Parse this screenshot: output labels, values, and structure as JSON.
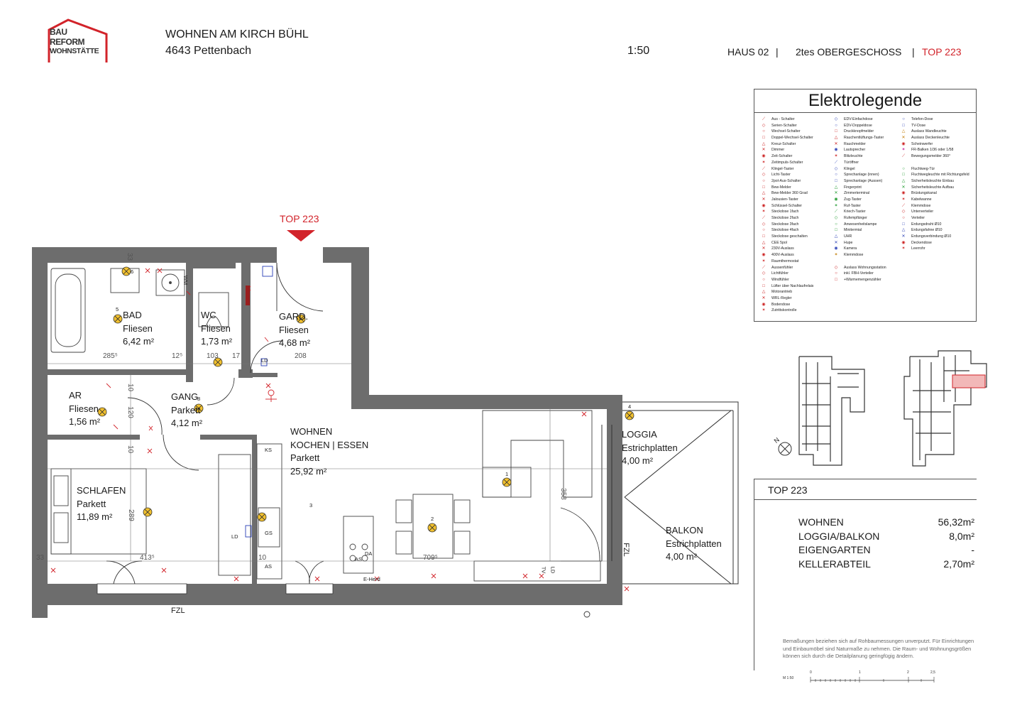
{
  "header": {
    "logo_lines": [
      "BAU",
      "REFORM",
      "WOHNSTÄTTE"
    ],
    "project_name": "WOHNEN AM KIRCH BÜHL",
    "project_address": "4643 Pettenbach",
    "scale": "1:50",
    "building": "HAUS 02",
    "separator": "|",
    "floor": "2tes OBERGESCHOSS",
    "unit": "TOP 223"
  },
  "plan": {
    "entry_label": "TOP 223",
    "rooms": [
      {
        "id": "bad",
        "name": "BAD",
        "finish": "Fliesen",
        "area": "6,42 m²"
      },
      {
        "id": "wc",
        "name": "WC",
        "finish": "Fliesen",
        "area": "1,73 m²"
      },
      {
        "id": "gard",
        "name": "GARD.",
        "finish": "Fliesen",
        "area": "4,68 m²"
      },
      {
        "id": "ar",
        "name": "AR",
        "finish": "Fliesen",
        "area": "1,56 m²"
      },
      {
        "id": "gang",
        "name": "GANG",
        "finish": "Parkett",
        "area": "4,12 m²"
      },
      {
        "id": "wohnen",
        "name": "WOHNEN",
        "name2": "KOCHEN | ESSEN",
        "finish": "Parkett",
        "area": "25,92 m²"
      },
      {
        "id": "schlafen",
        "name": "SCHLAFEN",
        "finish": "Parkett",
        "area": "11,89 m²"
      },
      {
        "id": "loggia",
        "name": "LOGGIA",
        "finish": "Estrichplatten",
        "area": "4,00 m²"
      },
      {
        "id": "balkon",
        "name": "BALKON",
        "finish": "Estrichplatten",
        "area": "4,00 m²"
      }
    ],
    "dimensions": [
      "285⁵",
      "12⁵",
      "103",
      "17",
      "208",
      "10",
      "120",
      "10",
      "289",
      "413⁵",
      "709⁵",
      "358",
      "33",
      "33",
      "10"
    ],
    "labels": {
      "fzl_bottom": "FZL",
      "fzl_right": "FZL",
      "ld1": "LD",
      "ld2": "LD",
      "gs": "GS",
      "as1": "AS",
      "as2": "AS",
      "da": "DA",
      "eherd": "E-Herd",
      "ks": "KS",
      "wm": "WM",
      "ld_tv": "LD",
      "tv": "TV"
    },
    "fixture_numbers": [
      "6",
      "5",
      "1",
      "2",
      "3",
      "4",
      "8"
    ]
  },
  "legend": {
    "title": "Elektrolegende",
    "col1": [
      [
        "Aus - Schalter",
        "red"
      ],
      [
        "Serien-Schalter",
        "red"
      ],
      [
        "Wechsel-Schalter",
        "red"
      ],
      [
        "Doppel-Wechsel-Schalter",
        "red"
      ],
      [
        "Kreuz-Schalter",
        "red"
      ],
      [
        "Dimmer",
        "red"
      ],
      [
        "Zeit-Schalter",
        "red"
      ],
      [
        "Zeitimpuls-Schalter",
        "red"
      ],
      [
        "Klingel-Taster",
        "red"
      ],
      [
        "Licht-Taster",
        "red"
      ],
      [
        "2pol-Aus-Schalter",
        "red"
      ],
      [
        "Bew-Melder",
        "red"
      ],
      [
        "Bew-Melder 360 Grad",
        "red"
      ],
      [
        "Jalousien-Taster",
        "red"
      ],
      [
        "Schlüssel-Schalter",
        "red"
      ],
      [
        "Steckdose 1fach",
        "red"
      ],
      [
        "Steckdose 2fach",
        "red"
      ],
      [
        "Steckdose 3fach",
        "red"
      ],
      [
        "Steckdose 4fach",
        "red"
      ],
      [
        "Steckdose geschalten",
        "red"
      ],
      [
        "CEE 5pol",
        "red"
      ],
      [
        "230V-Auslass",
        "red"
      ],
      [
        "400V-Auslass",
        "red"
      ],
      [
        "Raumthermostat",
        "red"
      ],
      [
        "Aussenfühler",
        "red"
      ],
      [
        "Lichtfühler",
        "red"
      ],
      [
        "Windfühler",
        "red"
      ],
      [
        "Lüfter über Nachlaufrelais",
        "red"
      ],
      [
        "Motorantrieb",
        "red"
      ],
      [
        "WRL-Regler",
        "red"
      ],
      [
        "Bodendose",
        "red"
      ],
      [
        "Zutrittskontrolle",
        "red"
      ]
    ],
    "col2": [
      [
        "EDV-Einfachdose",
        "blue"
      ],
      [
        "EDV-Doppeldose",
        "blue"
      ],
      [
        "Druckknopfmelder",
        "red"
      ],
      [
        "Rauchentlüftungs-Taster",
        "red"
      ],
      [
        "Rauchmelder",
        "red"
      ],
      [
        "Lautsprecher",
        "blue"
      ],
      [
        "Blitzleuchte",
        "red"
      ],
      [
        "Türöffner",
        "blue"
      ],
      [
        "Klingel",
        "blue"
      ],
      [
        "Sprechanlage (innen)",
        "blue"
      ],
      [
        "Sprechanlage (Aussen)",
        "blue"
      ],
      [
        "Fingerprint",
        "green"
      ],
      [
        "Zimmerterminal",
        "green"
      ],
      [
        "Zug-Taster",
        "green"
      ],
      [
        "Ruf-Taster",
        "green"
      ],
      [
        "Kriech-Taster",
        "green"
      ],
      [
        "Rufempfänger",
        "green"
      ],
      [
        "Anwesenheitslampe",
        "green"
      ],
      [
        "Minitermial",
        "green"
      ],
      [
        "UHR",
        "blue"
      ],
      [
        "Hupe",
        "blue"
      ],
      [
        "Kamera",
        "blue"
      ],
      [
        "Klemmdose",
        "orange"
      ],
      [
        "",
        "red"
      ],
      [
        "Auslass Wohnungsstation",
        "red"
      ],
      [
        "inkl. FBH-Verteiler",
        "red"
      ],
      [
        "+Wärmemengenzähler",
        "red"
      ]
    ],
    "col3": [
      [
        "Telefon-Dose",
        "blue"
      ],
      [
        "TV-Dose",
        "blue"
      ],
      [
        "Auslass Wandleuchte",
        "orange"
      ],
      [
        "Auslass Deckenleuchte",
        "orange"
      ],
      [
        "Scheinwerfer",
        "red"
      ],
      [
        "FR-Balken 1/36 oder 1/58",
        "mag"
      ],
      [
        "Bewegungsmelder 360°",
        "red"
      ],
      [
        "",
        "red"
      ],
      [
        "Fluchtweg-Tür",
        "green"
      ],
      [
        "Fluchtwegleuchte mit Richtungsfeld",
        "green"
      ],
      [
        "Sicherheitsleuchte Einbau",
        "green"
      ],
      [
        "Sicherheitsleuchte Aufbau",
        "green"
      ],
      [
        "Brüstungskanal",
        "red"
      ],
      [
        "Kabelwanne",
        "red"
      ],
      [
        "Klemmdose",
        "red"
      ],
      [
        "Unterverteiler",
        "red"
      ],
      [
        "Verteiler",
        "red"
      ],
      [
        "Erdungsdraht Ø10",
        "blue"
      ],
      [
        "Erdungsfahne Ø10",
        "blue"
      ],
      [
        "Erdungsverbindung Ø10",
        "blue"
      ],
      [
        "Deckendose",
        "red"
      ],
      [
        "Leerrohr",
        "red"
      ]
    ]
  },
  "keyplan": {
    "north": "N"
  },
  "summary": {
    "unit": "TOP 223",
    "rows": [
      {
        "label": "WOHNEN",
        "value": "56,32m²"
      },
      {
        "label": "LOGGIA/BALKON",
        "value": "8,0m²"
      },
      {
        "label": "EIGENGARTEN",
        "value": "-"
      },
      {
        "label": "KELLERABTEIL",
        "value": "2,70m²"
      }
    ],
    "disclaimer": "Bemaßungen beziehen sich auf Rohbaumessungen unverputzt. Für Einrichtungen und Einbaumöbel sind Naturmaße zu nehmen. Die Raum- und Wohnungsgrößen können sich durch die Detailplanung geringfügig ändern."
  },
  "scalebar": {
    "label": "M 1:50",
    "ticks": [
      "0",
      "1",
      "2",
      "2,5"
    ]
  }
}
